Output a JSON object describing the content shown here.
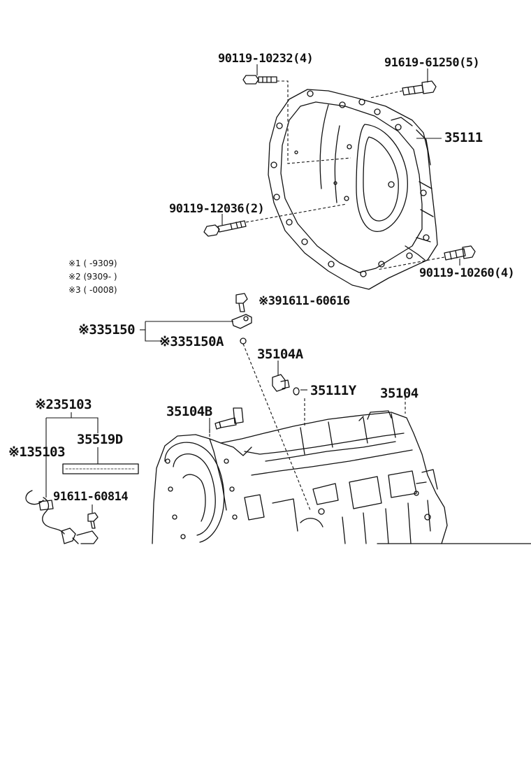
{
  "labels": {
    "bolt_top": "90119-10232(4)",
    "bolt_top_right": "91619-61250(5)",
    "housing": "35111",
    "bolt_mid": "90119-12036(2)",
    "bolt_lower_right": "90119-10260(4)",
    "sensor_bolt": "※391611-60616",
    "sensor_assy": "※335150",
    "sensor_oring": "※335150A",
    "plug": "35104A",
    "plug_gasket": "35111Y",
    "transmission": "35104",
    "elbow": "35104B",
    "harness_2": "※235103",
    "label_plate": "35519D",
    "harness_1": "※135103",
    "harness_bolt": "91611-60814"
  },
  "notes": {
    "n1": "※1 (      -9309)",
    "n2": "※2 (9309-      )",
    "n3": "※3 (      -0008)"
  },
  "colors": {
    "ink": "#111111",
    "paper": "#ffffff"
  }
}
